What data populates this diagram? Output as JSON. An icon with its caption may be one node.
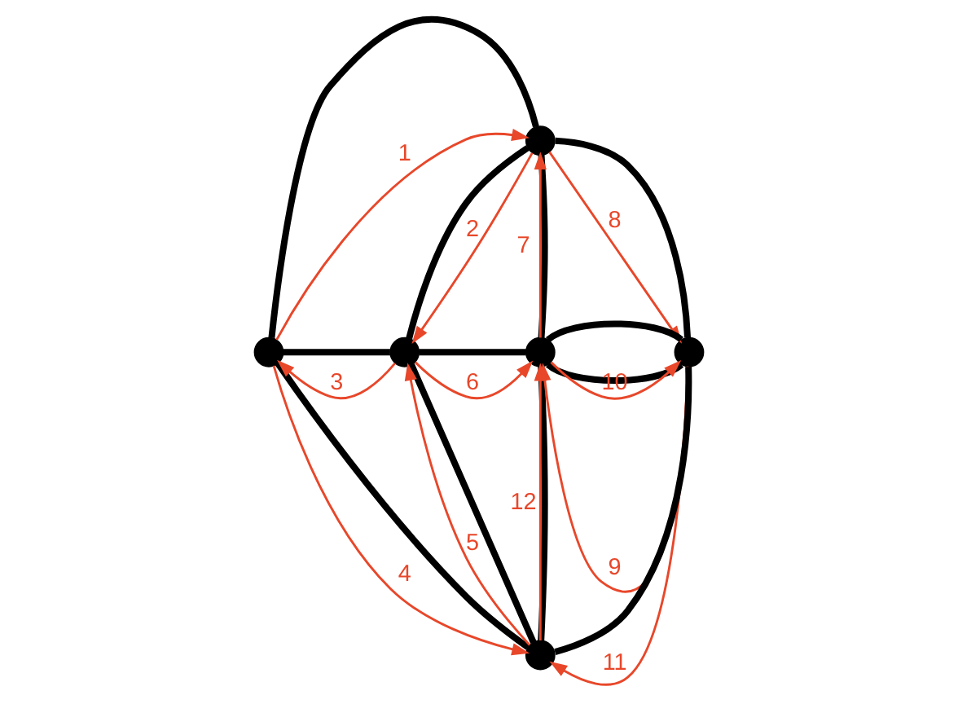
{
  "diagram": {
    "nodes": [
      {
        "text": [],
        "shape": "circle"
      },
      {
        "text": [],
        "shape": "circle"
      },
      {
        "text": [],
        "shape": "circle"
      },
      {
        "text": [],
        "shape": "circle"
      },
      {
        "text": [],
        "shape": "circle"
      },
      {
        "text": [],
        "shape": "circle"
      }
    ],
    "edges": [
      {
        "from": 1,
        "to": 0,
        "arrow": "none",
        "style": "thick"
      },
      {
        "from": 1,
        "to": 2,
        "arrow": "none",
        "style": "thick"
      },
      {
        "from": 1,
        "to": 5,
        "arrow": "none",
        "style": "thick"
      },
      {
        "from": 2,
        "to": 0,
        "arrow": "none",
        "style": "thick"
      },
      {
        "from": 2,
        "to": 3,
        "arrow": "none",
        "style": "thick"
      },
      {
        "from": 2,
        "to": 5,
        "arrow": "none",
        "style": "thick"
      },
      {
        "from": 0,
        "to": 3,
        "arrow": "none",
        "style": "thick"
      },
      {
        "from": 0,
        "to": 4,
        "arrow": "none",
        "style": "thick"
      },
      {
        "from": 3,
        "to": 4,
        "arrow": "none",
        "style": "thick"
      },
      {
        "from": 3,
        "to": 4,
        "arrow": "none",
        "style": "thick"
      },
      {
        "from": 3,
        "to": 5,
        "arrow": "none",
        "style": "thick"
      },
      {
        "from": 5,
        "to": 4,
        "arrow": "none",
        "style": "thick"
      },
      {
        "from": 1,
        "to": 0,
        "arrow": "to",
        "label": "1",
        "color": "#e8472a"
      },
      {
        "from": 0,
        "to": 2,
        "arrow": "to",
        "label": "2",
        "color": "#e8472a"
      },
      {
        "from": 2,
        "to": 1,
        "arrow": "to",
        "label": "3",
        "color": "#e8472a"
      },
      {
        "from": 1,
        "to": 5,
        "arrow": "to",
        "label": "4",
        "color": "#e8472a"
      },
      {
        "from": 5,
        "to": 2,
        "arrow": "to",
        "label": "5",
        "color": "#e8472a"
      },
      {
        "from": 2,
        "to": 3,
        "arrow": "to",
        "label": "6",
        "color": "#e8472a"
      },
      {
        "from": 3,
        "to": 0,
        "arrow": "to",
        "label": "7",
        "color": "#e8472a"
      },
      {
        "from": 0,
        "to": 4,
        "arrow": "to",
        "label": "8",
        "color": "#e8472a"
      },
      {
        "from": 4,
        "to": 3,
        "arrow": "to",
        "label": "9",
        "color": "#e8472a"
      },
      {
        "from": 3,
        "to": 4,
        "arrow": "to",
        "label": "10",
        "color": "#e8472a"
      },
      {
        "from": 4,
        "to": 5,
        "arrow": "to",
        "label": "11",
        "color": "#e8472a"
      },
      {
        "from": 5,
        "to": 3,
        "arrow": "to",
        "label": "12",
        "color": "#e8472a"
      }
    ]
  }
}
